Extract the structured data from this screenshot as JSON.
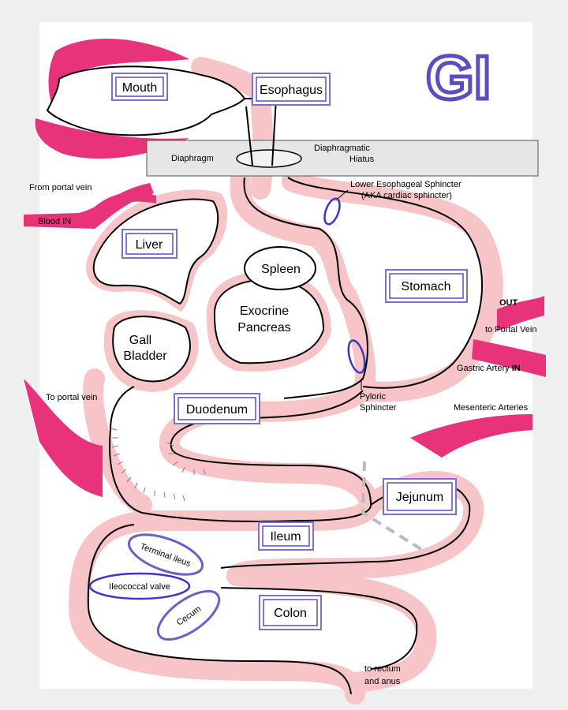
{
  "title": "GI",
  "organs": {
    "mouth": "Mouth",
    "esophagus": "Esophagus",
    "liver": "Liver",
    "gall_bladder_1": "Gall",
    "gall_bladder_2": "Bladder",
    "spleen": "Spleen",
    "pancreas_1": "Exocrine",
    "pancreas_2": "Pancreas",
    "stomach": "Stomach",
    "duodenum": "Duodenum",
    "jejunum": "Jejunum",
    "ileum": "Ileum",
    "colon": "Colon"
  },
  "labels": {
    "diaphragm": "Diaphragm",
    "hiatus_1": "Diaphragmatic",
    "hiatus_2": "Hiatus",
    "les_1": "Lower Esophageal Sphincter",
    "les_2": "(AKA cardiac sphincter)",
    "from_portal_vein": "From portal vein",
    "blood_in": "Blood IN",
    "out": "OUT",
    "to_portal_vein_right": "to Portal Vein",
    "gastric_artery": "Gastric Artery",
    "gastric_in": "IN",
    "pyloric_1": "Pyloric",
    "pyloric_2": "Sphincter",
    "to_portal_vein_left": "To portal vein",
    "mesenteric": "Mesenteric Arteries",
    "terminal_ileus": "Terminal ileus",
    "ileocecal_valve": "Ileococcal valve",
    "cecum": "Cecum",
    "rectum_1": "to rectum",
    "rectum_2": "and anus"
  },
  "colors": {
    "pink_vessel": "#e8337a",
    "pink_halo": "#f7c5c8",
    "box_border": "#7b6fd0",
    "valve_blue": "#3a36c8",
    "background": "#ffffff"
  }
}
